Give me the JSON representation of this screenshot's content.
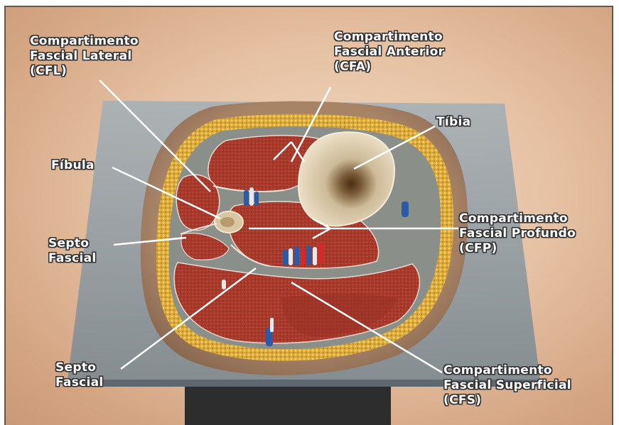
{
  "labels": {
    "cfl": {
      "line1": "Compartimento",
      "line2": "Fascial Lateral",
      "line3": "(CFL)"
    },
    "cfa": {
      "line1": "Compartimento",
      "line2": "Fascial Anterior",
      "line3": "(CFA)"
    },
    "tibia": {
      "text": "Tíbia"
    },
    "fibula": {
      "text": "Fíbula"
    },
    "cfp": {
      "line1": "Compartimento",
      "line2": "Fascial Profundo",
      "line3": "(CFP)"
    },
    "septo_upper": {
      "line1": "Septo",
      "line2": "Fascial"
    },
    "septo_lower": {
      "line1": "Septo",
      "line2": "Fascial"
    },
    "cfs": {
      "line1": "Compartimento",
      "line2": "Fascial Superficial",
      "line3": "(CFS)"
    }
  }
}
